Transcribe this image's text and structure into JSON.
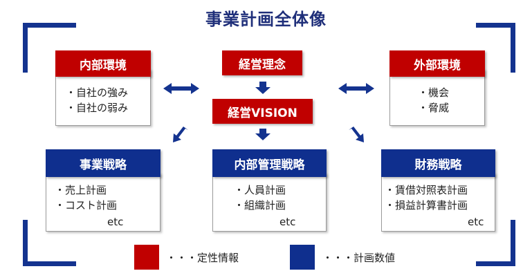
{
  "title": "事業計画全体像",
  "colors": {
    "qualitative": "#c00000",
    "quantitative": "#0f2f8e",
    "arrow": "#14338f"
  },
  "internal_env": {
    "header": "内部環境",
    "lines": [
      "・自社の強み",
      "・自社の弱み"
    ]
  },
  "philosophy": {
    "header": "経営理念"
  },
  "vision": {
    "header": "経営VISION"
  },
  "external_env": {
    "header": "外部環境",
    "lines": [
      "・機会",
      "・脅威"
    ]
  },
  "business_strategy": {
    "header": "事業戦略",
    "lines": [
      "・売上計画",
      "・コスト計画"
    ],
    "etc": "etc"
  },
  "internal_mgmt_strategy": {
    "header": "内部管理戦略",
    "lines": [
      "・人員計画",
      "・組織計画"
    ],
    "etc": "etc"
  },
  "finance_strategy": {
    "header": "財務戦略",
    "lines": [
      "・賃借対照表計画",
      "・損益計算書計画"
    ],
    "etc": "etc"
  },
  "legend": {
    "qualitative_label": "・・・定性情報",
    "quantitative_label": "・・・計画数値"
  }
}
